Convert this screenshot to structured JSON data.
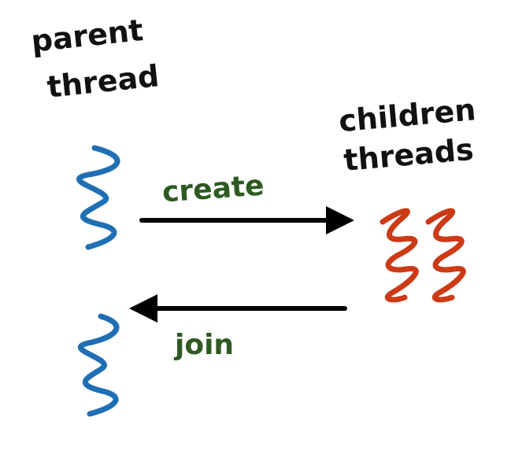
{
  "labels": {
    "parent_line1": "parent",
    "parent_line2": "thread",
    "children_line1": "children",
    "children_line2": "threads",
    "create": "create",
    "join": "join"
  },
  "colors": {
    "parent_thread": "#1f6fb4",
    "child_thread": "#cc3a16",
    "action_label": "#2e5a22",
    "arrow": "#000000",
    "text": "#111111"
  },
  "icons": {
    "parent_thread_top": "squiggle-thread-icon",
    "parent_thread_bottom": "squiggle-thread-icon",
    "child_thread_1": "squiggle-thread-icon",
    "child_thread_2": "squiggle-thread-icon"
  }
}
